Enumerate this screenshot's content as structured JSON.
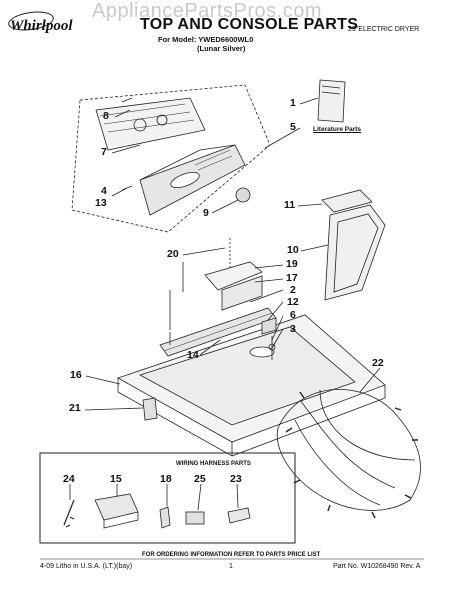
{
  "header": {
    "watermark": "AppliancePartsPros.com",
    "brand": "Whirlpool",
    "title": "TOP AND CONSOLE PARTS",
    "model_line": "For Model: YWED6600WL0",
    "color_line": "(Lunar Silver)",
    "product": "29\"ELECTRIC DRYER"
  },
  "callouts": {
    "n1": "1",
    "n2": "2",
    "n3": "3",
    "n4": "4",
    "n5": "5",
    "n6": "6",
    "n7": "7",
    "n8": "8",
    "n9": "9",
    "n10": "10",
    "n11": "11",
    "n12": "12",
    "n13": "13",
    "n14": "14",
    "n15": "15",
    "n16": "16",
    "n17": "17",
    "n18": "18",
    "n19": "19",
    "n20": "20",
    "n21": "21",
    "n22": "22",
    "n23": "23",
    "n24": "24",
    "n25": "25"
  },
  "literature_label": "Literature Parts",
  "wiring_box": {
    "title": "WIRING HARNESS PARTS"
  },
  "footer": {
    "order_note": "FOR ORDERING INFORMATION REFER TO PARTS PRICE LIST",
    "litho": "4-09 Litho in U.S.A. (LT.)(bay)",
    "page": "1",
    "part_no": "Part No. W10268490 Rev. A"
  }
}
